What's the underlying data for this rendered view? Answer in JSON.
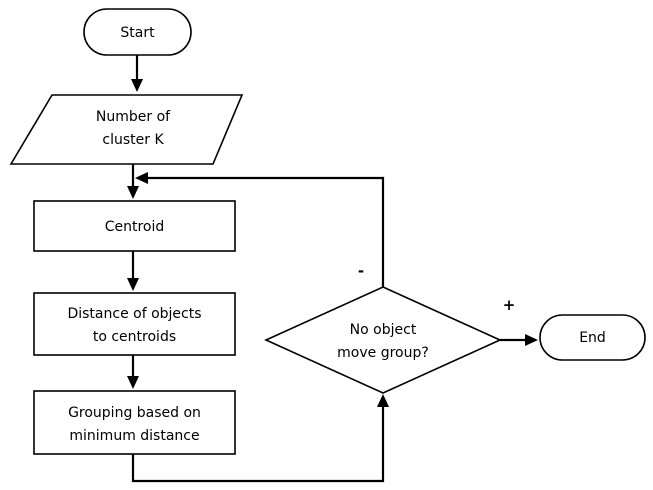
{
  "nodes": {
    "start": {
      "label": "Start"
    },
    "input_k": {
      "line1": "Number of",
      "line2": "cluster K"
    },
    "centroid": {
      "label": "Centroid"
    },
    "distance": {
      "line1": "Distance of objects",
      "line2": "to centroids"
    },
    "grouping": {
      "line1": "Grouping based on",
      "line2": "minimum distance"
    },
    "decision": {
      "line1": "No object",
      "line2": "move group?"
    },
    "end": {
      "label": "End"
    }
  },
  "edge_labels": {
    "no_branch": "-",
    "yes_branch": "+"
  }
}
